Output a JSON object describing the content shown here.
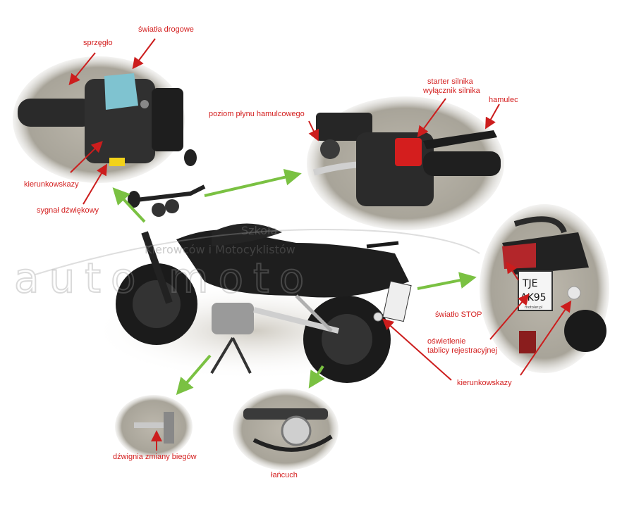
{
  "labels": {
    "sprzeglo": "sprzęgło",
    "swiatla_drogowe": "światła drogowe",
    "kierunkowskazy_left": "kierunkowskazy",
    "sygnal": "sygnał dźwiękowy",
    "poziom_plynu": "poziom płynu hamulcowego",
    "starter_line1": "starter silnika",
    "starter_line2": "wyłącznik silnika",
    "hamulec": "hamulec",
    "swiatlo_stop": "światło STOP",
    "oswietlenie_line1": "oświetlenie",
    "oswietlenie_line2": "tablicy rejestracyjnej",
    "kierunkowskazy_right": "kierunkowskazy",
    "dzwignia": "dźwignia zmiany biegów",
    "lancuch": "łańcuch"
  },
  "watermark": {
    "line1": "Szkoła",
    "line2": "Kierowców i Motocyklistów",
    "logo": "auto moto"
  },
  "plate": {
    "line1": "TJE",
    "line2": "AK95",
    "small": "motoler.pl"
  },
  "colors": {
    "label_red": "#d42020",
    "arrow_green": "#7ac142",
    "arrow_red": "#cc1d1d"
  }
}
